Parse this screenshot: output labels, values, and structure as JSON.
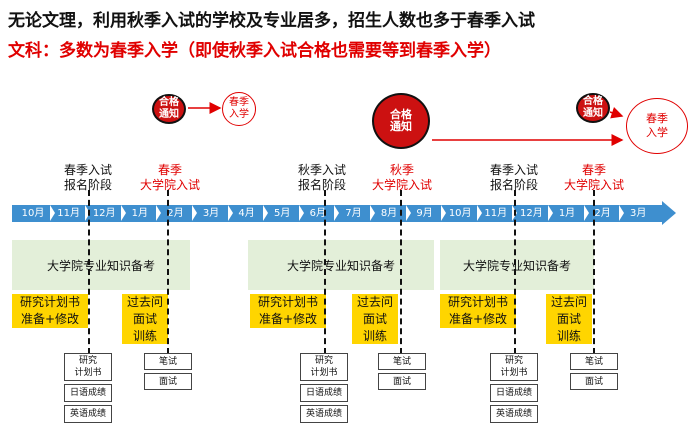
{
  "heading": {
    "line1": "无论文理，利用秋季入试的学校及专业居多，招生人数也多于春季入试",
    "line2": "文科：多数为春季入学（即使秋季入试合格也需要等到春季入学）"
  },
  "notices": {
    "pass_label": "合格\n通知",
    "spring_enroll": "春季\n入学"
  },
  "stages": {
    "spring_exam_apply": "春季入试\n报名阶段",
    "spring_grad_school": "春季\n大学院入试",
    "autumn_exam_apply": "秋季入试\n报名阶段",
    "autumn_grad_school": "秋季\n大学院入试"
  },
  "months": [
    "10月",
    "11月",
    "12月",
    "1月",
    "2月",
    "3月",
    "4月",
    "5月",
    "6月",
    "7月",
    "8月",
    "9月",
    "10月",
    "11月",
    "12月",
    "1月",
    "2月",
    "3月"
  ],
  "prep_label": "大学院专业知识备考",
  "plan_label": "研究计划书\n准备+修改",
  "past_label": "过去问\n面试\n训练",
  "materials": {
    "plan": "研究\n计划书",
    "jp_score": "日语成绩",
    "en_score": "英语成绩",
    "written": "笔试",
    "interview": "面试"
  },
  "colors": {
    "accent_red": "#e00000",
    "bar_blue": "#3e8fcf",
    "prep_green": "#e3efd9",
    "yellow": "#ffd500"
  }
}
